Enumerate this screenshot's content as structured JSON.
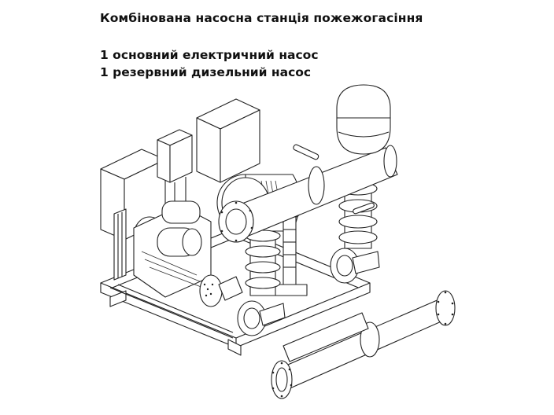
{
  "document": {
    "title": "Комбінована насосна станція пожежогасіння",
    "lines": [
      "1 основний електричний насос",
      "1 резервний дизельний насос"
    ]
  },
  "figure": {
    "description": "isometric line drawing of combined fire-fighting pump station",
    "components": [
      "control-cabinet-left",
      "control-cabinet-middle",
      "control-cabinet-right",
      "diesel-engine",
      "radiator",
      "electric-motor",
      "jockey-pump",
      "pressure-tank",
      "discharge-manifold",
      "suction-manifold",
      "gate-valves",
      "base-frame"
    ],
    "colors": {
      "line": "#222222",
      "background": "#ffffff"
    }
  }
}
